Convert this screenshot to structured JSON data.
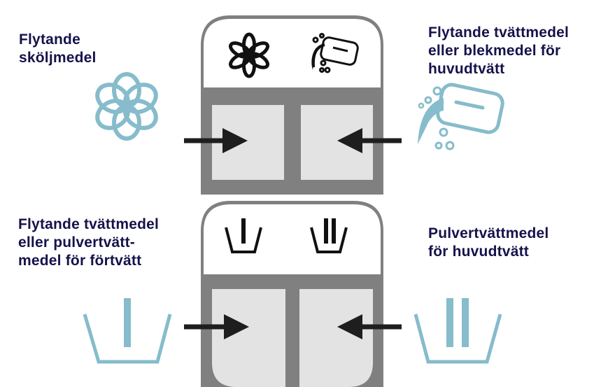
{
  "labels": {
    "top_left": "Flytande\nsköljmedel",
    "top_right": "Flytande tvättmedel\neller blekmedel för\nhuvudtvätt",
    "bottom_left": "Flytande tvättmedel\neller pulvertvätt-\nmedel för förtvätt",
    "bottom_right": "Pulvertvättmedel\nför huvudtvätt"
  },
  "icons": {
    "top_left_compartment": "flower-icon",
    "top_right_compartment": "detergent-bottle-icon",
    "bottom_left_compartment": "wash-basin-one-bar-icon",
    "bottom_right_compartment": "wash-basin-two-bars-icon"
  },
  "colors": {
    "label_text": "#15124a",
    "light_blue": "#86bccb",
    "drawer_grey": "#808080",
    "compartment_fill": "#e3e3e3",
    "arrow": "#1e1e1e"
  }
}
